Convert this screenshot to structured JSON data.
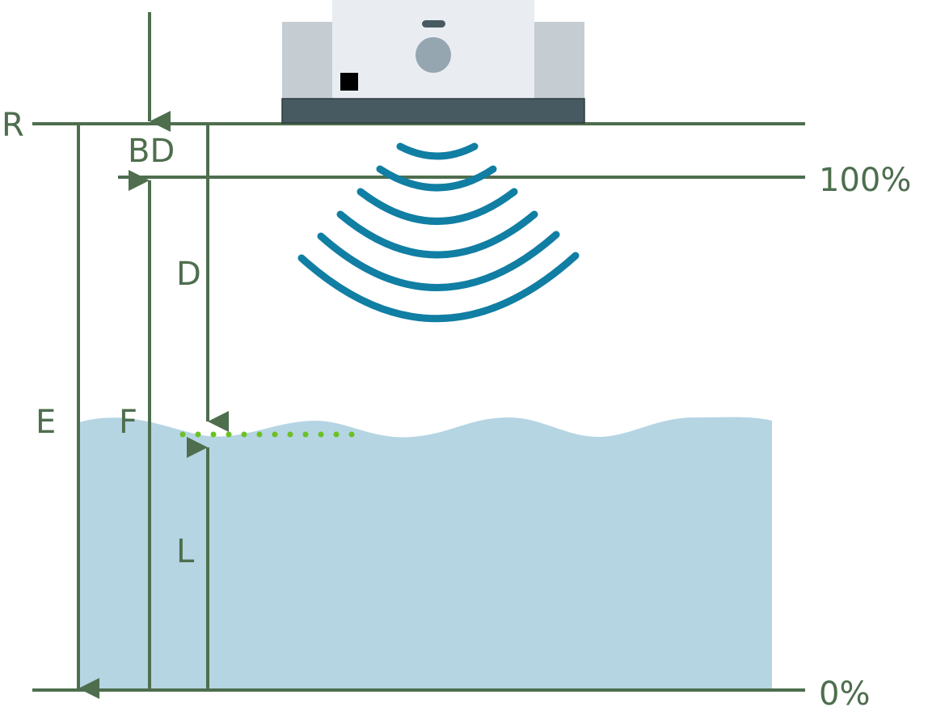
{
  "labels": {
    "reference": "R",
    "blocking_distance": "BD",
    "full_level": "100%",
    "distance": "D",
    "empty_distance": "E",
    "span": "F",
    "level": "L",
    "empty_level": "0%"
  },
  "colors": {
    "line": "#4e6e4e",
    "water": "#b5d5e3",
    "wave": "#117ea3",
    "surface_dots": "#6cc024",
    "sensor_body": "#e9edf1",
    "sensor_side": "#c5ccd2",
    "sensor_base": "#475a61",
    "sensor_lens": "#95a6b0"
  },
  "icons": {
    "sensor": "radar-level-sensor-icon",
    "waves": "signal-waves-icon"
  }
}
